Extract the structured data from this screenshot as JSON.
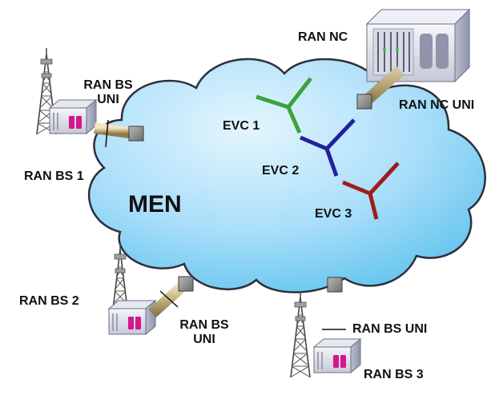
{
  "network": {
    "label": "MEN"
  },
  "nodes": {
    "ran_nc": {
      "label": "RAN NC",
      "uni_label": "RAN NC UNI"
    },
    "ran_bs1": {
      "label": "RAN BS 1",
      "uni_line1": "RAN BS",
      "uni_line2": "UNI"
    },
    "ran_bs2": {
      "label": "RAN BS 2",
      "uni_line1": "RAN BS",
      "uni_line2": "UNI"
    },
    "ran_bs3": {
      "label": "RAN BS 3",
      "uni_label": "RAN BS UNI"
    }
  },
  "evcs": [
    {
      "label": "EVC 1",
      "color": "#3aa33a"
    },
    {
      "label": "EVC 2",
      "color": "#22229a"
    },
    {
      "label": "EVC 3",
      "color": "#a01c1c"
    }
  ],
  "colors": {
    "cloud_light": "#e4f6fd",
    "cloud_dark": "#5cc2ec",
    "cloud_edge": "#2e2e3a",
    "uni_box": "#8e8e8e",
    "pipe": "#c7b37e",
    "magenta": "#d4178c"
  }
}
